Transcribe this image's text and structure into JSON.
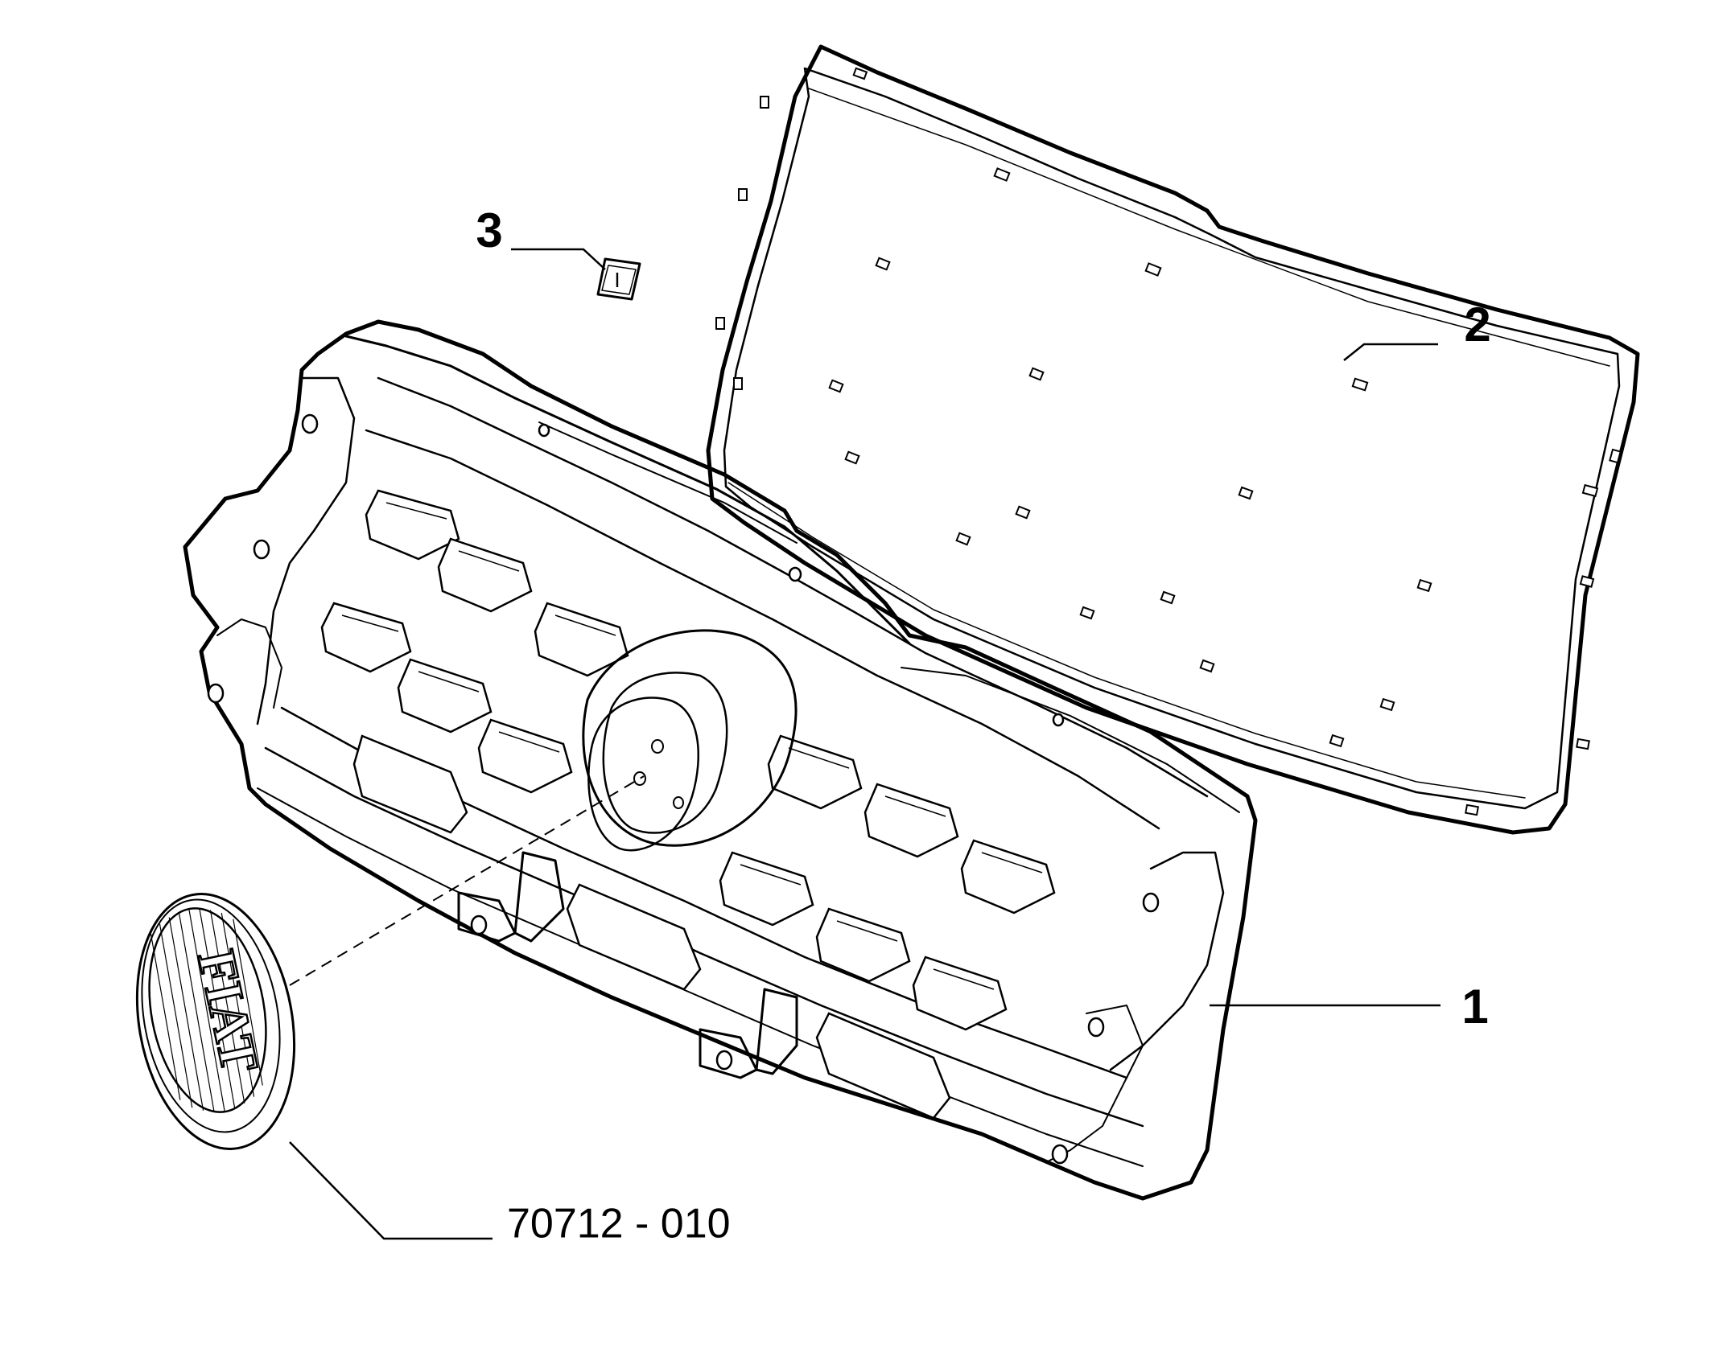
{
  "diagram": {
    "callouts": [
      {
        "id": "callout-1",
        "label": "1"
      },
      {
        "id": "callout-2",
        "label": "2"
      },
      {
        "id": "callout-3",
        "label": "3"
      }
    ],
    "reference_label": "70712 - 010",
    "logo_lettering": "FIAT",
    "clip_glyph": "I",
    "colors": {
      "line": "#000000",
      "background": "#ffffff"
    }
  }
}
